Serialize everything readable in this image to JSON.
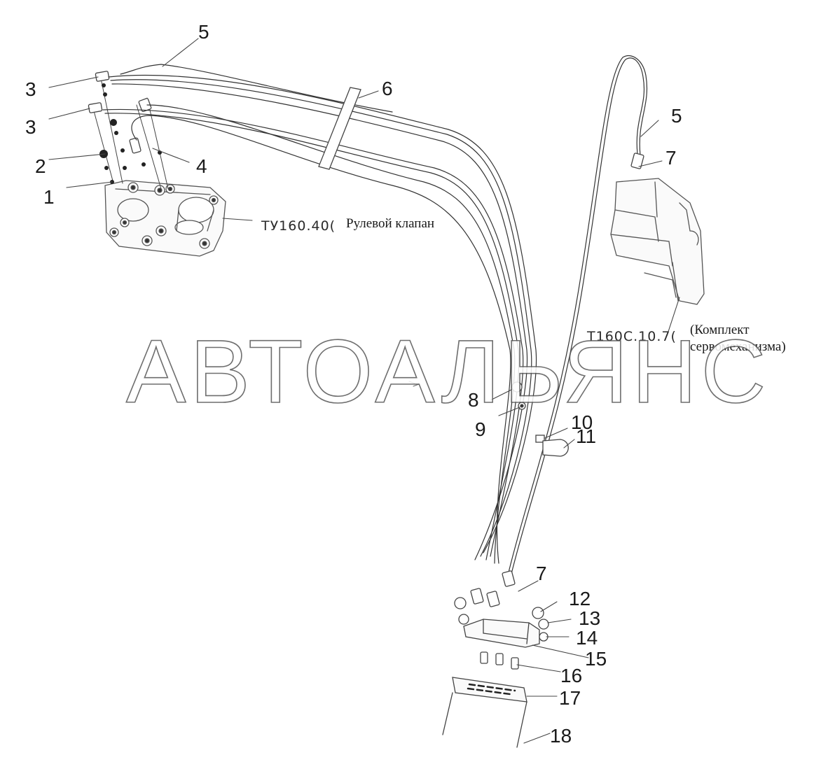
{
  "watermark": "АВТОАЛЬЯНС",
  "assemblies": {
    "steering_valve": {
      "code": "ТУ160.40(",
      "name": "Рулевой клапан"
    },
    "servo_kit": {
      "code": "Т160С.10.7(",
      "name_line1": "(Комплект",
      "name_line2": "сервомеханизма)"
    }
  },
  "callouts": {
    "c1": "1",
    "c2": "2",
    "c3a": "3",
    "c3b": "3",
    "c4": "4",
    "c5a": "5",
    "c5b": "5",
    "c6": "6",
    "c7a": "7",
    "c7b": "7",
    "c8": "8",
    "c9": "9",
    "c10": "10",
    "c11": "11",
    "c12": "12",
    "c13": "13",
    "c14": "14",
    "c15": "15",
    "c16": "16",
    "c17": "17",
    "c18": "18"
  },
  "colors": {
    "line": "#333333",
    "part": "#555555",
    "watermark_stroke": "#555555"
  }
}
